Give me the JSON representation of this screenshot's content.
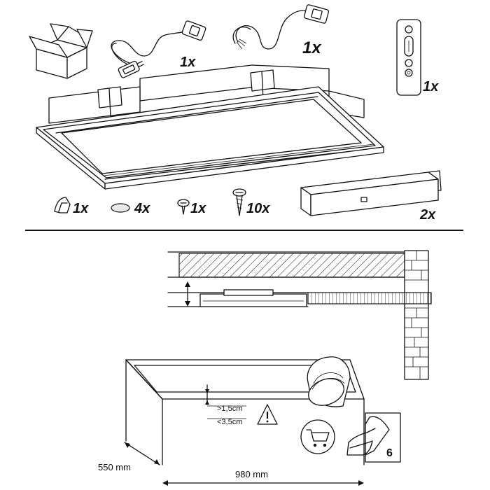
{
  "parts": {
    "plug_cable_small_qty": "1x",
    "plug_cable_large_qty": "1x",
    "remote_qty": "1x",
    "clip_qty": "1x",
    "disc_qty": "4x",
    "screw_small_qty": "1x",
    "screw_large_qty": "10x",
    "bracket_qty": "2x"
  },
  "installation": {
    "gap_min": ">1,5cm",
    "gap_max": "<3,5cm",
    "width": "980 mm",
    "depth": "550 mm",
    "manual_page": "6"
  },
  "colors": {
    "line": "#111111",
    "background": "#ffffff",
    "fill_light": "#e8e8e8"
  }
}
